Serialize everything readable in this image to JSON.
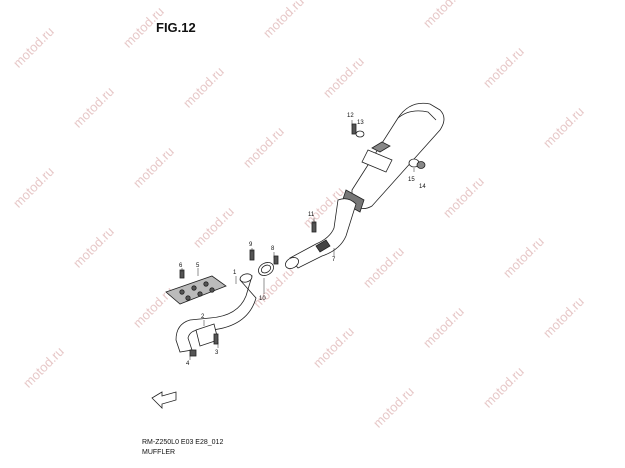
{
  "figure": {
    "title": "FIG.12"
  },
  "footer": {
    "code": "RM-Z250L0 E03 E28_012",
    "name": "MUFFLER"
  },
  "watermark": "motod.ru",
  "callouts": [
    {
      "id": "1",
      "text": "1"
    },
    {
      "id": "2",
      "text": "2"
    },
    {
      "id": "3",
      "text": "3"
    },
    {
      "id": "4",
      "text": "4"
    },
    {
      "id": "5",
      "text": "5"
    },
    {
      "id": "6",
      "text": "6"
    },
    {
      "id": "7",
      "text": "7"
    },
    {
      "id": "8",
      "text": "8"
    },
    {
      "id": "9",
      "text": "9"
    },
    {
      "id": "10",
      "text": "10"
    },
    {
      "id": "11",
      "text": "11"
    },
    {
      "id": "12",
      "text": "12"
    },
    {
      "id": "13",
      "text": "13"
    },
    {
      "id": "14",
      "text": "14"
    },
    {
      "id": "15",
      "text": "15"
    }
  ],
  "colors": {
    "line": "#222222",
    "watermark": "#e7c8c8",
    "fill_dark": "#555555"
  }
}
